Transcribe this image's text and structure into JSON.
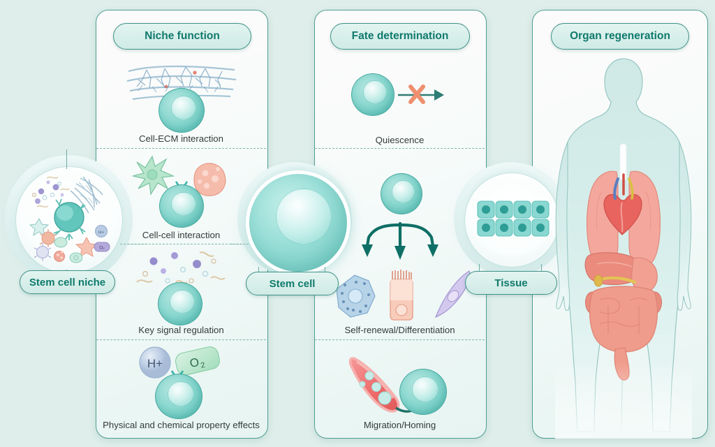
{
  "figure": {
    "background_color": "#dfeeea",
    "accent_color": "#0f7a6c",
    "panel_border_color": "#4f9d94"
  },
  "nodes": [
    {
      "id": "stem-cell-niche",
      "label": "Stem cell niche"
    },
    {
      "id": "stem-cell",
      "label": "Stem cell"
    },
    {
      "id": "tissue",
      "label": "Tissue"
    }
  ],
  "panels": [
    {
      "id": "niche-function",
      "title": "Niche function",
      "sections": [
        {
          "id": "cell-ecm-interaction",
          "caption": "Cell-ECM interaction"
        },
        {
          "id": "cell-cell-interaction",
          "caption": "Cell-cell interaction"
        },
        {
          "id": "key-signal-regulation",
          "caption": "Key signal regulation"
        },
        {
          "id": "physical-chemical-effects",
          "caption": "Physical and chemical property effects"
        }
      ]
    },
    {
      "id": "fate-determination",
      "title": "Fate determination",
      "sections": [
        {
          "id": "quiescence",
          "caption": "Quiescence"
        },
        {
          "id": "self-renewal-differentiation",
          "caption": "Self-renewal/Differentiation"
        },
        {
          "id": "migration-homing",
          "caption": "Migration/Homing"
        }
      ]
    },
    {
      "id": "organ-regeneration",
      "title": "Organ regeneration",
      "sections": []
    }
  ],
  "molecule_badges": [
    {
      "id": "proton",
      "label": "H+",
      "color": "#a9c6e0"
    },
    {
      "id": "oxygen",
      "label": "O",
      "sub": "2",
      "color": "#9fd9b4"
    }
  ],
  "niche_contents": {
    "badges": [
      {
        "id": "proton-badge",
        "label": "H+"
      },
      {
        "id": "oxygen-badge",
        "label": "O₂"
      }
    ]
  },
  "tissue": {
    "cell_rows": 2,
    "cell_columns": 4,
    "cell_color": "#7ed2cc",
    "nucleus_color": "#2f9c95"
  },
  "differentiation_outputs": [
    {
      "id": "polygonal-cell",
      "color": "#a9cbe3"
    },
    {
      "id": "epithelial-cell",
      "color": "#f0a898"
    },
    {
      "id": "spindle-cell",
      "color": "#c3b6e4"
    }
  ],
  "organ_silhouette": {
    "body_fill": "#cfe8e6",
    "organ_fill": "#f4a79c"
  }
}
